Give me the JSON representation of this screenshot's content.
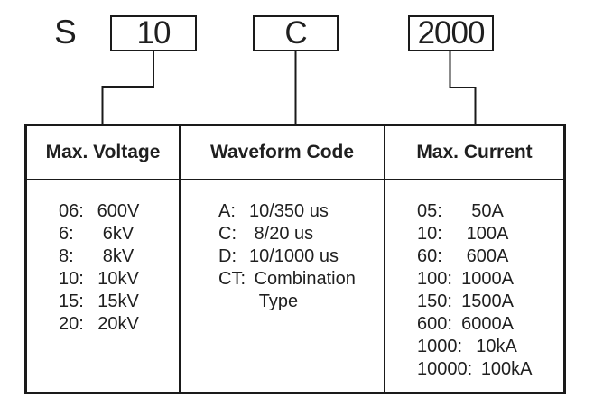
{
  "colors": {
    "line": "#1a1a1a",
    "text": "#1f1f1f",
    "background": "#ffffff"
  },
  "part_number": {
    "prefix": "S",
    "segments": [
      {
        "label": "10"
      },
      {
        "label": "C"
      },
      {
        "label": "2000"
      }
    ]
  },
  "table": {
    "columns": [
      {
        "header": "Max. Voltage",
        "rows": [
          {
            "code": "06:",
            "value": "600V"
          },
          {
            "code": "6:",
            "value": "6kV"
          },
          {
            "code": "8:",
            "value": "8kV"
          },
          {
            "code": "10:",
            "value": "10kV"
          },
          {
            "code": "15:",
            "value": "15kV"
          },
          {
            "code": "20:",
            "value": "20kV"
          }
        ]
      },
      {
        "header": "Waveform Code",
        "rows": [
          {
            "code": "A:",
            "value": "10/350 us"
          },
          {
            "code": "C:",
            "value": " 8/20 us"
          },
          {
            "code": "D:",
            "value": "10/1000 us"
          },
          {
            "code": "CT:",
            "value": " Combination"
          },
          {
            "code": "",
            "value": "  Type"
          }
        ]
      },
      {
        "header": "Max. Current",
        "rows": [
          {
            "code": "05:",
            "value": "50A"
          },
          {
            "code": "10:",
            "value": "100A"
          },
          {
            "code": "60:",
            "value": "600A"
          },
          {
            "code": "100:",
            "value": "1000A"
          },
          {
            "code": "150:",
            "value": "1500A"
          },
          {
            "code": "600:",
            "value": "6000A"
          },
          {
            "code": "1000:",
            "value": "10kA"
          },
          {
            "code": "10000:",
            "value": "100kA"
          }
        ]
      }
    ]
  }
}
